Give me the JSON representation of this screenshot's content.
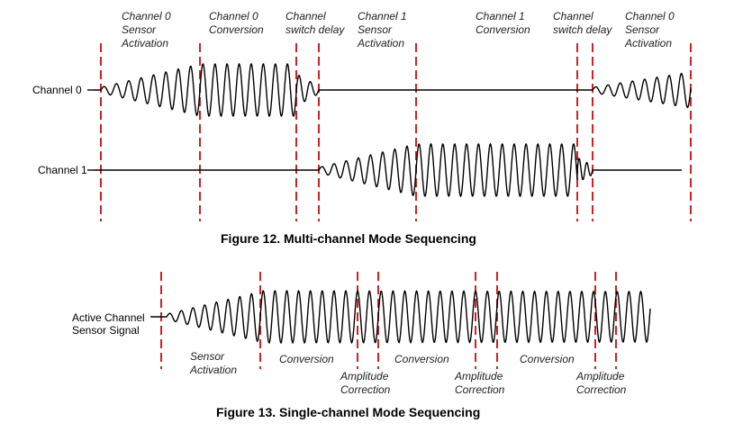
{
  "figure12": {
    "caption": "Figure 12.  Multi-channel Mode Sequencing",
    "channel0_label": "Channel 0",
    "channel1_label": "Channel 1",
    "phases": [
      {
        "l1": "Channel 0",
        "l2": "Sensor",
        "l3": "Activation"
      },
      {
        "l1": "Channel 0",
        "l2": "Conversion",
        "l3": ""
      },
      {
        "l1": "Channel",
        "l2": "switch delay",
        "l3": ""
      },
      {
        "l1": "Channel 1",
        "l2": "Sensor",
        "l3": "Activation"
      },
      {
        "l1": "Channel 1",
        "l2": "Conversion",
        "l3": ""
      },
      {
        "l1": "Channel",
        "l2": "switch delay",
        "l3": ""
      },
      {
        "l1": "Channel 0",
        "l2": "Sensor",
        "l3": "Activation"
      }
    ]
  },
  "figure13": {
    "caption": "Figure 13.  Single-channel Mode Sequencing",
    "signal_label_l1": "Active Channel",
    "signal_label_l2": "Sensor Signal",
    "phases": [
      {
        "l1": "Sensor",
        "l2": "Activation"
      },
      {
        "l1": "Conversion",
        "l2": ""
      },
      {
        "l1": "Amplitude",
        "l2": "Correction"
      },
      {
        "l1": "Conversion",
        "l2": ""
      },
      {
        "l1": "Amplitude",
        "l2": "Correction"
      },
      {
        "l1": "Conversion",
        "l2": ""
      },
      {
        "l1": "Amplitude",
        "l2": "Correction"
      }
    ]
  },
  "colors": {
    "marker": "#d42020",
    "waveform": "#000000",
    "text": "#000000"
  }
}
